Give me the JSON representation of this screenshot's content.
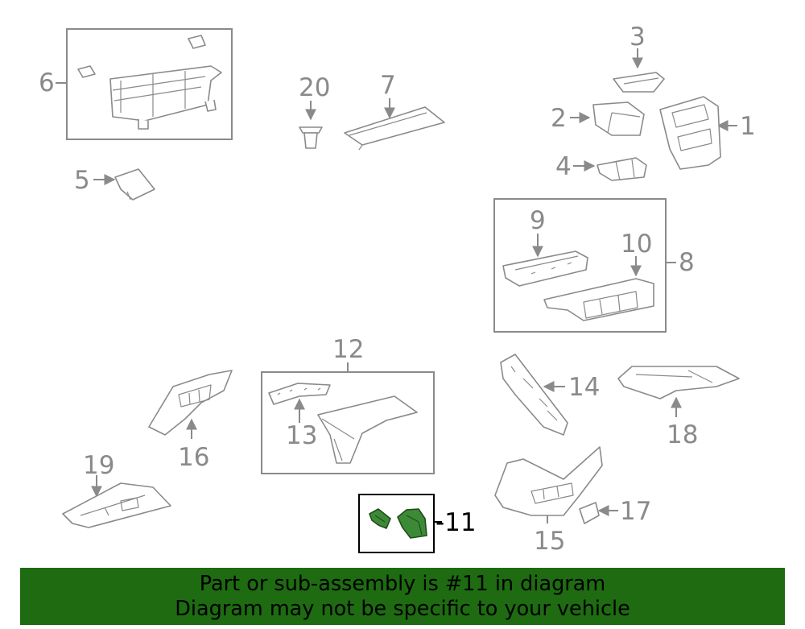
{
  "highlight": {
    "part_label": "11",
    "part_color": "#3d8a36",
    "banner_color": "#1e6b12"
  },
  "callouts": {
    "c1": "1",
    "c2": "2",
    "c3": "3",
    "c4": "4",
    "c5": "5",
    "c6": "6",
    "c7": "7",
    "c8": "8",
    "c9": "9",
    "c10": "10",
    "c11": "-11",
    "c12": "12",
    "c13": "13",
    "c14": "14",
    "c15": "15",
    "c16": "16",
    "c17": "17",
    "c18": "18",
    "c19": "19",
    "c20": "20"
  },
  "banner": {
    "line1": "Part or sub-assembly is #11 in diagram",
    "line2": "Diagram may not be specific to your vehicle"
  }
}
